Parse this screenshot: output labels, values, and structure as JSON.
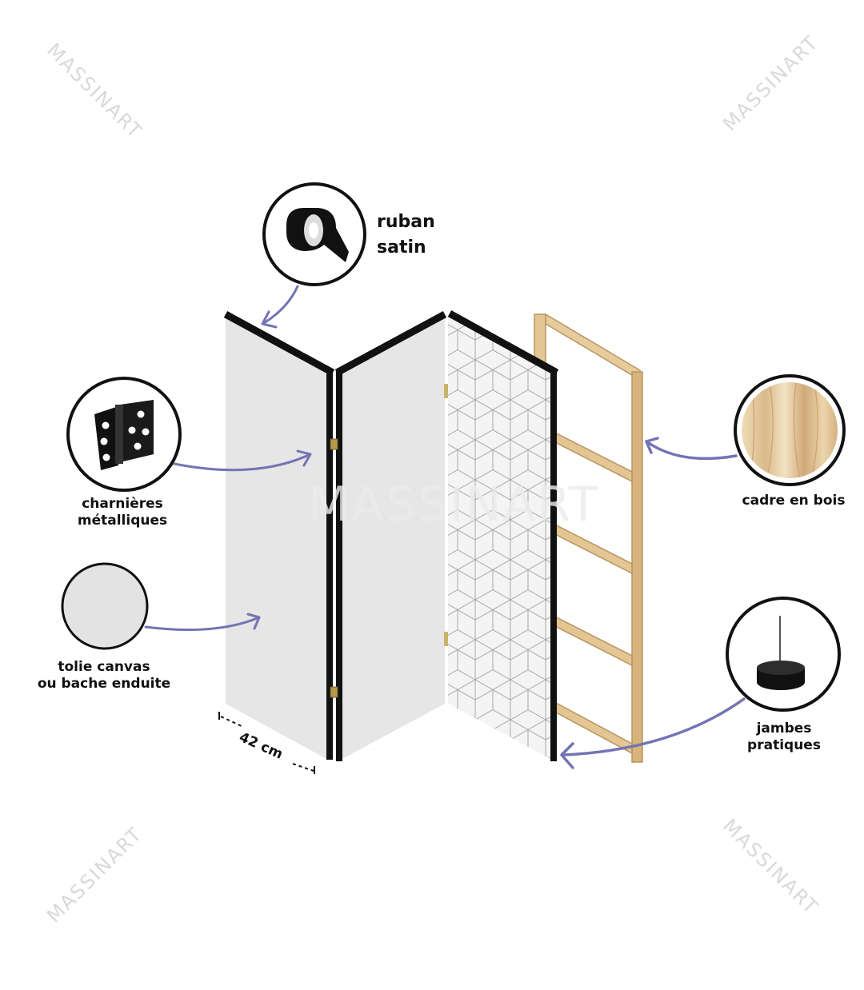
{
  "labels": {
    "ruban": [
      "ruban",
      "satin"
    ],
    "charnieres": [
      "charnières",
      "métalliques"
    ],
    "toile": [
      "tolie canvas",
      "ou bache enduite"
    ],
    "cadre": [
      "cadre en bois"
    ],
    "jambes": [
      "jambes",
      "pratiques"
    ],
    "dimension": "42 cm"
  },
  "watermark": "MASSINART",
  "colors": {
    "arrow": "#7474b4",
    "frame_black": "#111111",
    "panel_fill": "#e6e6e6",
    "wood": "#e3c693",
    "wood_edge": "#b89560",
    "hinge": "#b59a4a"
  },
  "icons": {
    "ruban": "satin-ribbon-roll-icon",
    "charnieres": "metal-hinge-icon",
    "toile": "canvas-sample-icon",
    "cadre": "wood-grain-icon",
    "jambes": "pin-leg-icon"
  }
}
